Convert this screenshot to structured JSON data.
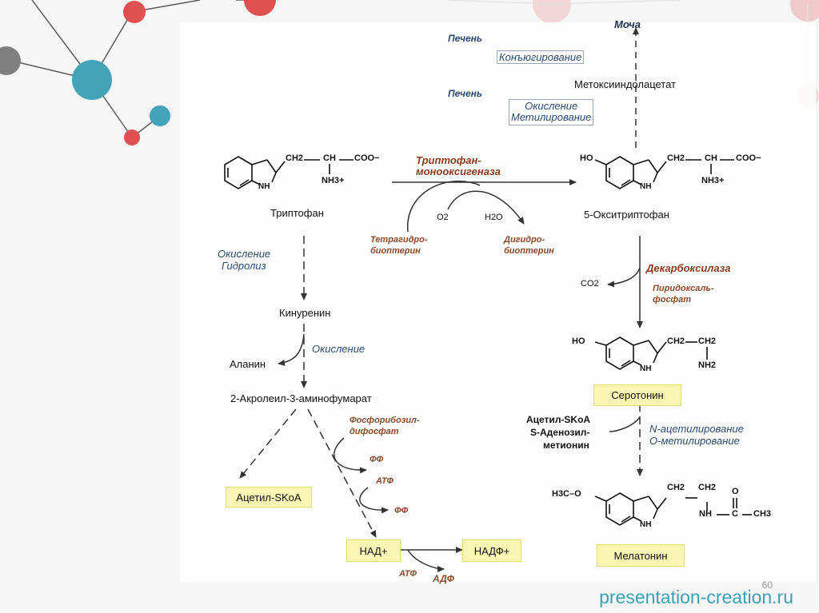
{
  "header": {
    "urine": "Моча",
    "liver1": "Печень",
    "conjugation": "Конъюгирование",
    "liver2": "Печень",
    "methoxyindoleacetate": "Метоксииндолацетат",
    "oxidation_top": "Окисление",
    "methylation_top": "Метилирование"
  },
  "tryptophan": {
    "ch2": "CH2",
    "ch": "CH",
    "coo": "COO−",
    "nh3": "NH3+",
    "nh": "NH",
    "name": "Триптофан"
  },
  "enzyme_hydroxylase": {
    "line1": "Триптофан-",
    "line2": "монооксигеназа",
    "o2": "O2",
    "h2o": "H2O",
    "thb_line1": "Тетрагидро-",
    "thb_line2": "биоптерин",
    "dhb_line1": "Дигидро-",
    "dhb_line2": "биоптерин"
  },
  "hydroxytryptophan": {
    "ho": "HO",
    "ch2": "CH2",
    "ch": "CH",
    "coo": "COO−",
    "nh3": "NH3+",
    "nh": "NH",
    "name": "5-Окситриптофан"
  },
  "kynurenine_path": {
    "oxidation": "Окисление",
    "hydrolysis": "Гидролиз",
    "kynurenine": "Кинуренин",
    "alanine": "Аланин",
    "oxidation2": "Окисление",
    "acrolyl": "2-Акролеил-3-аминофумарат",
    "prpp_line1": "Фосфорибозил-",
    "prpp_line2": "дифосфат",
    "ff1": "ФФ",
    "atf1": "АТФ",
    "ff2": "ФФ",
    "acetyl_scoa": "Ацетил-SKoA",
    "nad": "НАД+",
    "nadp": "НАДФ+",
    "atf2": "АТФ",
    "adf": "АДФ"
  },
  "serotonin_path": {
    "decarboxylase": "Декарбоксилаза",
    "co2": "CO2",
    "plp_line1": "Пиридоксаль-",
    "plp_line2": "фосфат",
    "ho": "HO",
    "ch2a": "CH2",
    "ch2b": "CH2",
    "nh2": "NH2",
    "nh": "NH",
    "serotonin": "Серотонин",
    "acetyl_scoa": "Ацетил-SKoA",
    "sam_line1": "S-Аденозил-",
    "sam_line2": "метионин",
    "acetylation": "N-ацетилирование",
    "methylation": "O-метилирование",
    "h3co": "H3C–O",
    "m_ch2a": "CH2",
    "m_ch2b": "CH2",
    "m_nh": "NH",
    "m_o": "O",
    "m_c": "C",
    "m_ch3": "CH3",
    "m_ring_nh": "NH",
    "melatonin": "Мелатонин"
  },
  "footer": {
    "page": "60",
    "site": "presentation-creation.ru"
  },
  "colors": {
    "blue_label": "#2a4a73",
    "brown_label": "#8b4a2b",
    "highlight": "#fbf6b3",
    "accent_teal": "#3aa0b6",
    "accent_red": "#e04848"
  }
}
